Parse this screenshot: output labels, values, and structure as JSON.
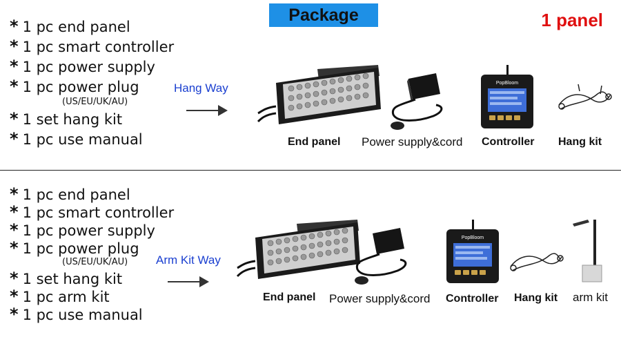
{
  "header": {
    "package_label": "Package",
    "panel_count": "1 panel"
  },
  "section1": {
    "items": [
      "1 pc end panel",
      "1 pc smart controller",
      "1 pc power supply",
      "1 pc power plug"
    ],
    "plug_note": "(US/EU/UK/AU)",
    "items_after": [
      "1 set hang kit",
      "1 pc use manual"
    ],
    "way_label": "Hang Way",
    "captions": [
      "End panel",
      "Power supply&cord",
      "Controller",
      "Hang kit"
    ]
  },
  "section2": {
    "items": [
      "1 pc end panel",
      "1 pc smart controller",
      "1 pc power supply",
      "1 pc power plug"
    ],
    "plug_note": "(US/EU/UK/AU)",
    "items_after": [
      "1 set hang kit",
      "1 pc arm kit",
      "1 pc use manual"
    ],
    "way_label": "Arm Kit Way",
    "captions": [
      "End panel",
      "Power supply&cord",
      "Controller",
      "Hang kit",
      "arm kit"
    ]
  },
  "controller_brand": "PopBloom",
  "colors": {
    "package_bg": "#1e90e6",
    "panel_count": "#e01010",
    "way_label": "#1a3fd0"
  }
}
